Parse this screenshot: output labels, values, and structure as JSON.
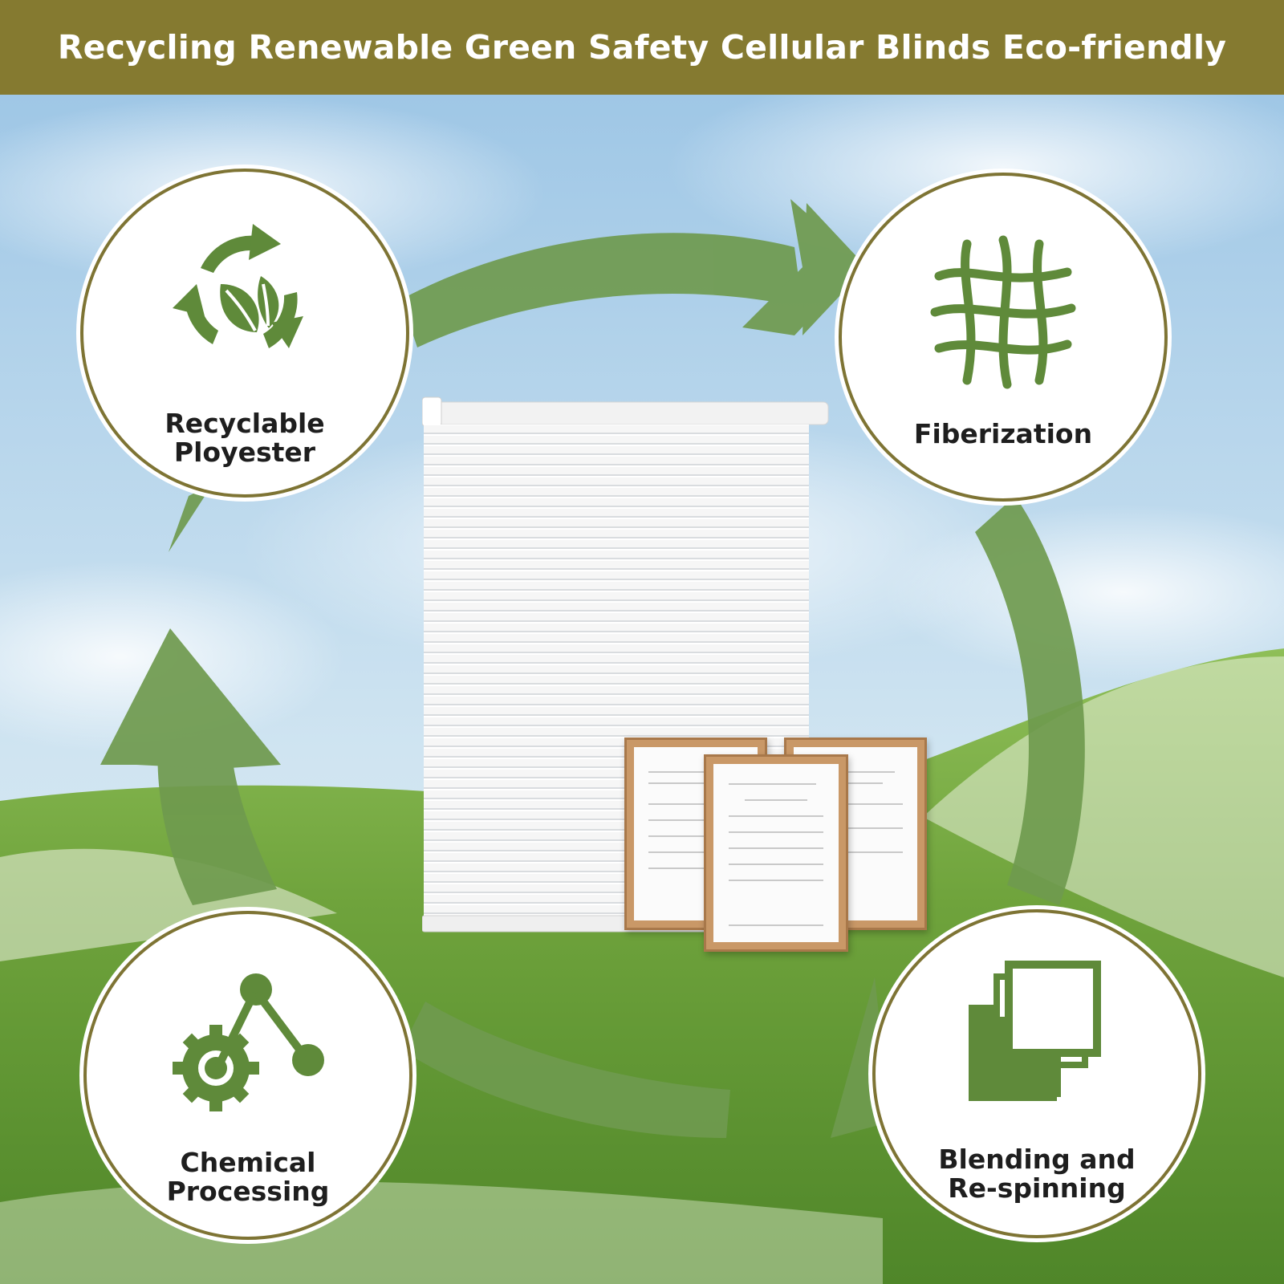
{
  "banner": {
    "title": "Recycling Renewable Green Safety Cellular Blinds Eco-friendly"
  },
  "steps": [
    {
      "label_line1": "Recyclable",
      "label_line2": "Ployester",
      "icon": "recycle-leaves-icon"
    },
    {
      "label_line1": "Fiberization",
      "label_line2": "",
      "icon": "fiber-mesh-icon"
    },
    {
      "label_line1": "Blending and",
      "label_line2": "Re-spinning",
      "icon": "stacked-squares-icon"
    },
    {
      "label_line1": "Chemical",
      "label_line2": "Processing",
      "icon": "gear-molecule-icon"
    }
  ],
  "colors": {
    "banner": "#857a30",
    "arrow_green": "#6f9a4e",
    "icon_green": "#5f8a3a",
    "ring": "#7e7434"
  }
}
